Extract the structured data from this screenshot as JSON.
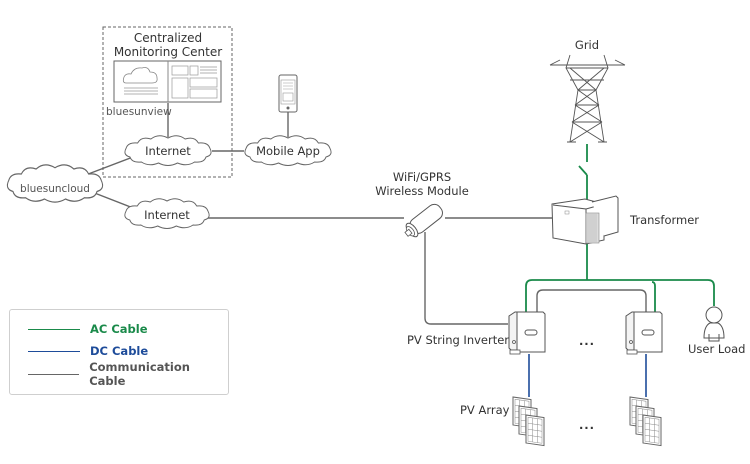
{
  "colors": {
    "ac_cable": "#1a8a4a",
    "dc_cable": "#1e4c9a",
    "communication_cable": "#666666",
    "outline": "#555555"
  },
  "nodes": {
    "monitoring_center": {
      "title_line1": "Centralized",
      "title_line2": "Monitoring Center",
      "software": "bluesunview"
    },
    "internet_top": "Internet",
    "mobile_app": "Mobile App",
    "cloud": "bluesuncloud",
    "internet_bottom": "Internet",
    "wireless_module": {
      "line1": "WiFi/GPRS",
      "line2": "Wireless Module"
    },
    "grid": "Grid",
    "transformer": "Transformer",
    "inverter": "PV String Inverter",
    "user_load": "User Load",
    "pv_array": "PV Array",
    "ellipsis": "..."
  },
  "legend": {
    "items": [
      {
        "label": "AC Cable",
        "color": "#1a8a4a"
      },
      {
        "label": "DC Cable",
        "color": "#1e4c9a"
      },
      {
        "label": "Communication Cable",
        "color": "#666666"
      }
    ]
  }
}
